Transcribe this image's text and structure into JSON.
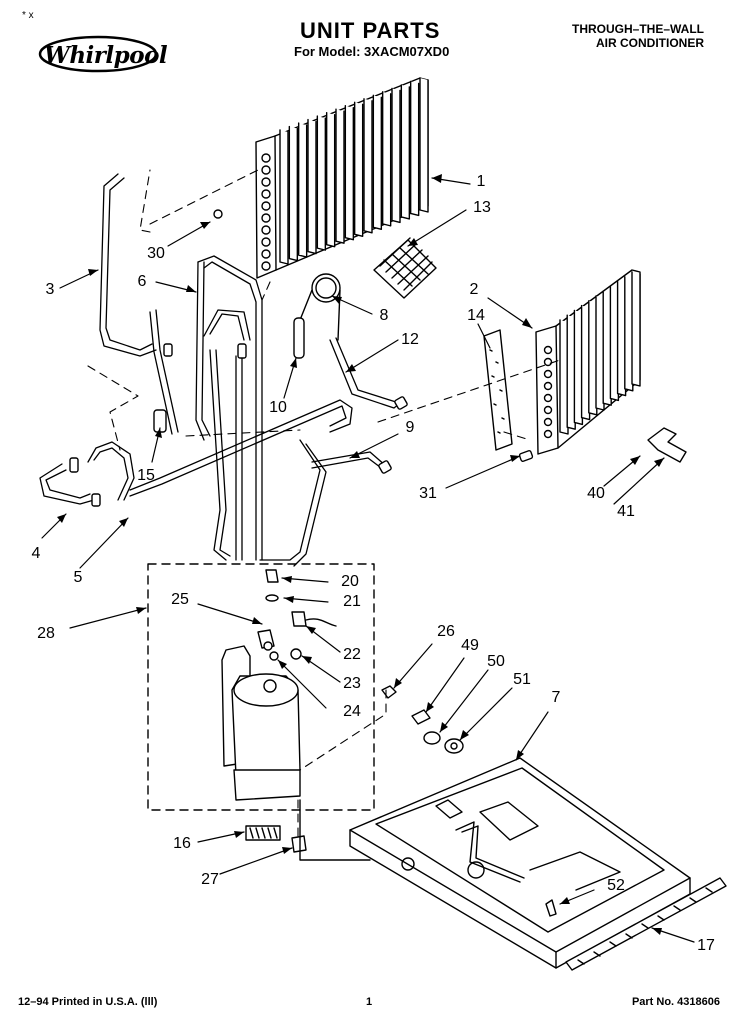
{
  "header": {
    "corner_mark": "* x",
    "brand": "Whirlpool",
    "title": "UNIT PARTS",
    "model_line": "For Model: 3XACM07XD0",
    "product_line1": "THROUGH–THE–WALL",
    "product_line2": "AIR CONDITIONER"
  },
  "footer": {
    "printed": "12–94 Printed in U.S.A. (lll)",
    "page": "1",
    "part_no": "Part No. 4318606"
  },
  "callouts": [
    "1",
    "13",
    "30",
    "3",
    "6",
    "8",
    "12",
    "2",
    "14",
    "10",
    "9",
    "15",
    "31",
    "40",
    "41",
    "4",
    "5",
    "20",
    "21",
    "25",
    "28",
    "22",
    "26",
    "49",
    "50",
    "51",
    "7",
    "23",
    "24",
    "16",
    "52",
    "27",
    "17"
  ]
}
